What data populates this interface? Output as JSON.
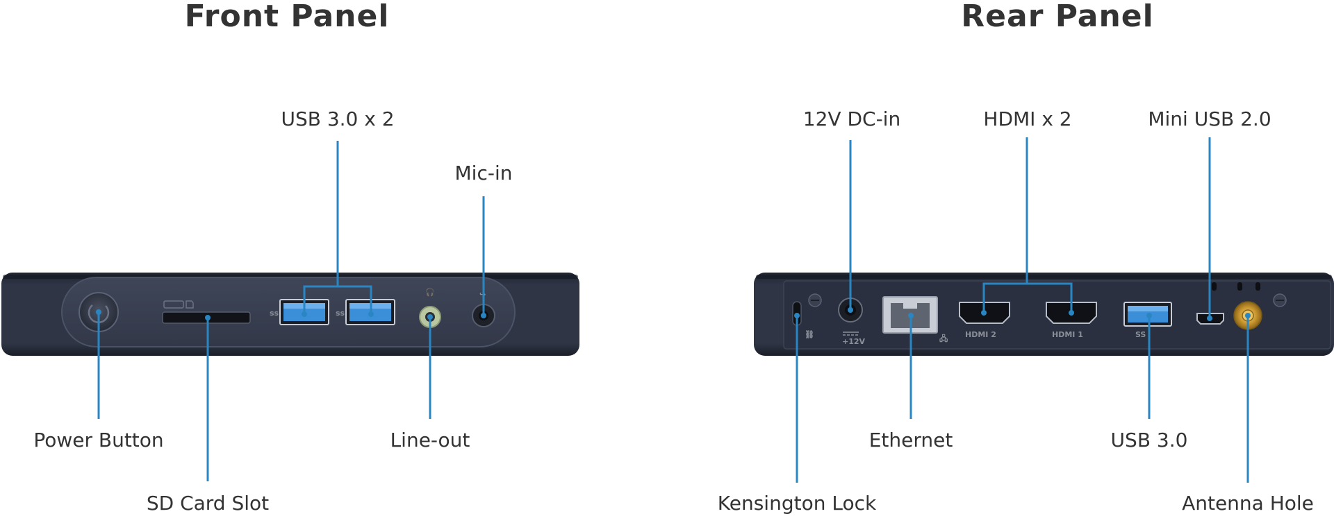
{
  "panels": {
    "front": {
      "title": "Front Panel"
    },
    "rear": {
      "title": "Rear Panel"
    }
  },
  "labels": {
    "usb30x2": "USB 3.0 x 2",
    "mic_in": "Mic-in",
    "power_button": "Power Button",
    "line_out": "Line-out",
    "sd_card_slot": "SD Card Slot",
    "dc_in": "12V DC-in",
    "hdmi_x2": "HDMI x 2",
    "mini_usb": "Mini USB 2.0",
    "ethernet": "Ethernet",
    "usb30": "USB 3.0",
    "kensington": "Kensington Lock",
    "antenna": "Antenna Hole"
  },
  "port_marks": {
    "hdmi_2": "HDMI 2",
    "hdmi_1": "HDMI 1",
    "dc_rating": "+12V",
    "ss_logo": "SS"
  },
  "colors": {
    "leader": "#2a86c2",
    "chassis": "#2b3140",
    "faceplate": "#3a4152",
    "usb_blue": "#3b8fd9",
    "text": "#333333"
  }
}
